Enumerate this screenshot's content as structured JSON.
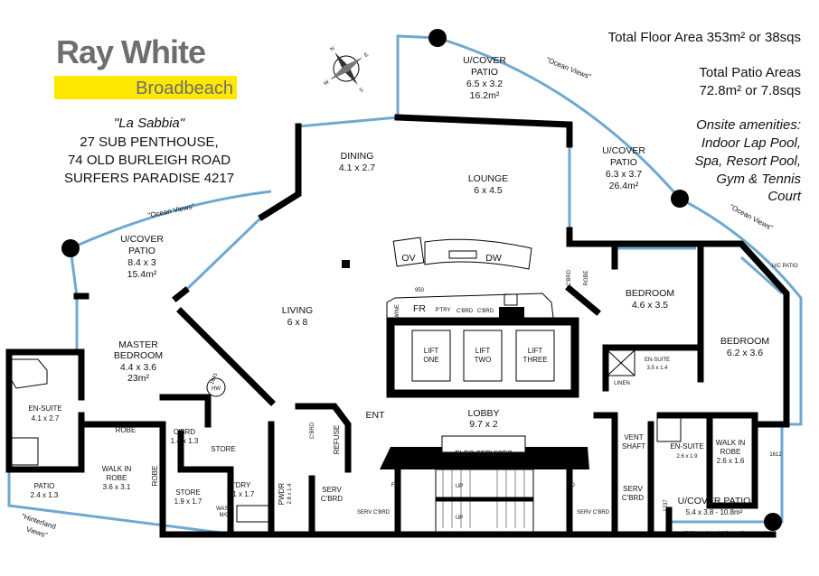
{
  "brand": {
    "name": "Ray White",
    "office": "Broadbeach",
    "colors": {
      "grey": "#6d6e70",
      "yellow": "#ffe800"
    }
  },
  "property": {
    "name": "\"La Sabbia\"",
    "line1": "27 SUB PENTHOUSE,",
    "line2": "74 OLD BURLEIGH ROAD",
    "line3": "SURFERS PARADISE 4217"
  },
  "summary": {
    "floor_area": "Total Floor Area 353m² or 38sqs",
    "patio_title": "Total Patio Areas",
    "patio_area": "72.8m² or 7.8sqs",
    "amenities": [
      "Onsite amenities:",
      "Indoor Lap Pool,",
      "Spa, Resort Pool,",
      "Gym & Tennis",
      "Court"
    ]
  },
  "compass": {
    "n": "N",
    "s": "S",
    "e": "E",
    "w": "W"
  },
  "views": {
    "ocean1": "\"Ocean Views\"",
    "ocean2": "\"Ocean Views\"",
    "ocean3": "\"Ocean Views\"",
    "hinter1a": "\"Hinterland",
    "hinter1b": "Views\"",
    "hinter2": "\"Hinterland Views\""
  },
  "rooms": {
    "patio_top": {
      "name1": "U/COVER",
      "name2": "PATIO",
      "dim": "6.5 x 3.2",
      "area": "16.2m²"
    },
    "patio_right": {
      "name1": "U/COVER",
      "name2": "PATIO",
      "dim": "6.3 x 3.7",
      "area": "26.4m²"
    },
    "patio_left": {
      "name1": "U/COVER",
      "name2": "PATIO",
      "dim": "8.4 x 3",
      "area": "15.4m²"
    },
    "dining": {
      "name": "DINING",
      "dim": "4.1 x 2.7"
    },
    "lounge": {
      "name": "LOUNGE",
      "dim": "6 x 4.5"
    },
    "living": {
      "name": "LIVING",
      "dim": "6 x 8"
    },
    "master": {
      "name1": "MASTER",
      "name2": "BEDROOM",
      "dim": "4.4 x 3.6",
      "area": "23m²"
    },
    "ensuite_master": {
      "name": "EN-SUITE",
      "dim": "4.1 x 2.7"
    },
    "robe": "ROBE",
    "robe_v": "ROBE",
    "walkin_master": {
      "name1": "WALK IN",
      "name2": "ROBE",
      "dim": "3.6 x 3.1"
    },
    "patio_small": {
      "name": "PATIO",
      "dim": "2.4 x 1.3"
    },
    "cbrd_master": {
      "name": "C'BRD",
      "dim": "1.4 x 1.3"
    },
    "hw": "HW",
    "store_hw": "STORE",
    "store": {
      "name": "STORE",
      "dim": "1.9 x 1.7"
    },
    "ldry": {
      "name": "L'DRY",
      "dim": "2.1 x 1.7"
    },
    "wash": {
      "l1": "WASH",
      "l2": "M/C"
    },
    "pwdr": {
      "name": "PWDR",
      "dim": "2.8 x 1.4"
    },
    "cbrd_lobby": "C'BRD",
    "refuse": "REFUSE",
    "serv_cbrd_l": {
      "l1": "SERV",
      "l2": "C'BRD"
    },
    "serv_cbrd_l2": "SERV C'BRD",
    "ent": "ENT",
    "lobby": {
      "name": "LOBBY",
      "dim": "9.7 x 2"
    },
    "elec": "ELEC SERVICES",
    "fd1": "FD",
    "fd2": "FD",
    "up1": "UP",
    "up2": "UP",
    "serv_cbrd_r2": "SERV C'BRD",
    "serv_cbrd_r": {
      "l1": "SERV",
      "l2": "C'BRD"
    },
    "lifts": [
      {
        "l1": "LIFT",
        "l2": "ONE"
      },
      {
        "l1": "LIFT",
        "l2": "TWO"
      },
      {
        "l1": "LIFT",
        "l2": "THREE"
      }
    ],
    "kitchen": {
      "ov": "OV",
      "dw": "DW",
      "wine": "WINE",
      "fr": "FR",
      "fr_dim": "950",
      "ptry": "P'TRY",
      "cbrd1": "C'BRD",
      "cbrd2": "C'BRD"
    },
    "bed2": {
      "name": "BEDROOM",
      "dim": "4.6 x 3.5"
    },
    "bed2_cbrd": "C'BRD",
    "bed2_robe": "ROBE",
    "ensuite2": {
      "name": "EN-SUITE",
      "dim": "3.5 x 1.4"
    },
    "linen": "LINEN",
    "bed3": {
      "name": "BEDROOM",
      "dim": "6.2 x 3.6"
    },
    "uc_patio": "U/C PATIO",
    "vent": {
      "l1": "VENT",
      "l2": "SHAFT"
    },
    "ensuite3": {
      "name": "EN-SUITE",
      "dim": "2.6 x 1.9"
    },
    "walkin3": {
      "name1": "WALK IN",
      "name2": "ROBE",
      "dim": "2.6 x 1.6"
    },
    "patio_bottom": {
      "name": "U/COVER PATIO",
      "dim": "5.4 x 3.8 - 10.8m²"
    },
    "dim_1612": "1612",
    "dim_1237": "1237",
    "dim_1641": "1641"
  }
}
